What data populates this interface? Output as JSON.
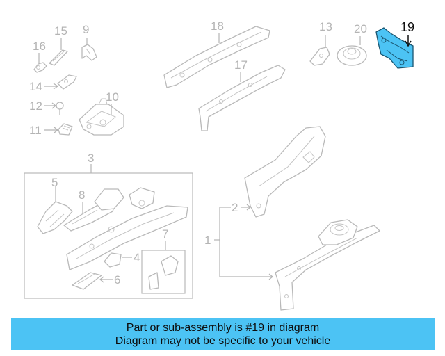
{
  "diagram": {
    "labels": {
      "p1": "1",
      "p2": "2",
      "p3": "3",
      "p4": "4",
      "p5": "5",
      "p6": "6",
      "p7": "7",
      "p8": "8",
      "p9": "9",
      "p10": "10",
      "p11": "11",
      "p12": "12",
      "p13": "13",
      "p14": "14",
      "p15": "15",
      "p16": "16",
      "p17": "17",
      "p18": "18",
      "p19": "19",
      "p20": "20"
    },
    "highlighted_part": "19",
    "highlight_color": "#4cc3f4",
    "faded_color": "#b4b4b4"
  },
  "banner": {
    "line1": "Part or sub-assembly is #19 in diagram",
    "line2": "Diagram may not be specific to your vehicle",
    "color": "#4cc3f4"
  }
}
